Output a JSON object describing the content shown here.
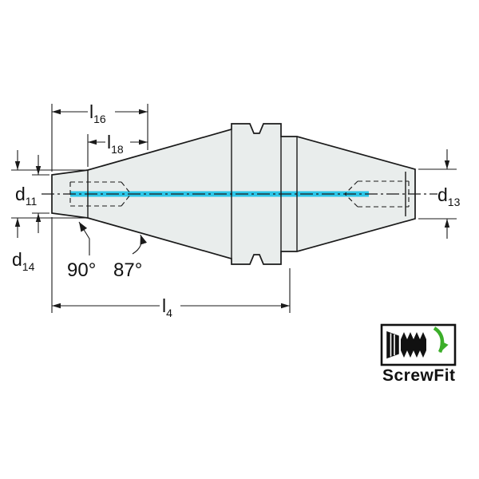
{
  "drawing": {
    "type": "technical-dimension-drawing",
    "subject": "ScrewFit taper adapter tool holder",
    "dimensions": {
      "l16": {
        "base": "l",
        "sub": "16"
      },
      "l18": {
        "base": "l",
        "sub": "18"
      },
      "d11": {
        "base": "d",
        "sub": "11"
      },
      "d13": {
        "base": "d",
        "sub": "13"
      },
      "d14": {
        "base": "d",
        "sub": "14"
      },
      "l4": {
        "base": "l",
        "sub": "4"
      },
      "angle_shoulder": "90°",
      "angle_taper": "87°"
    },
    "colors": {
      "coolant_highlight": "#2EC6E8",
      "logo_green": "#3BAE29",
      "body_fill": "#E9EDEC",
      "line": "#1A1A1A"
    },
    "logo": {
      "label": "ScrewFit",
      "icons": [
        "socket-icon",
        "screw-thread-icon",
        "rotation-arrow-icon"
      ]
    }
  }
}
